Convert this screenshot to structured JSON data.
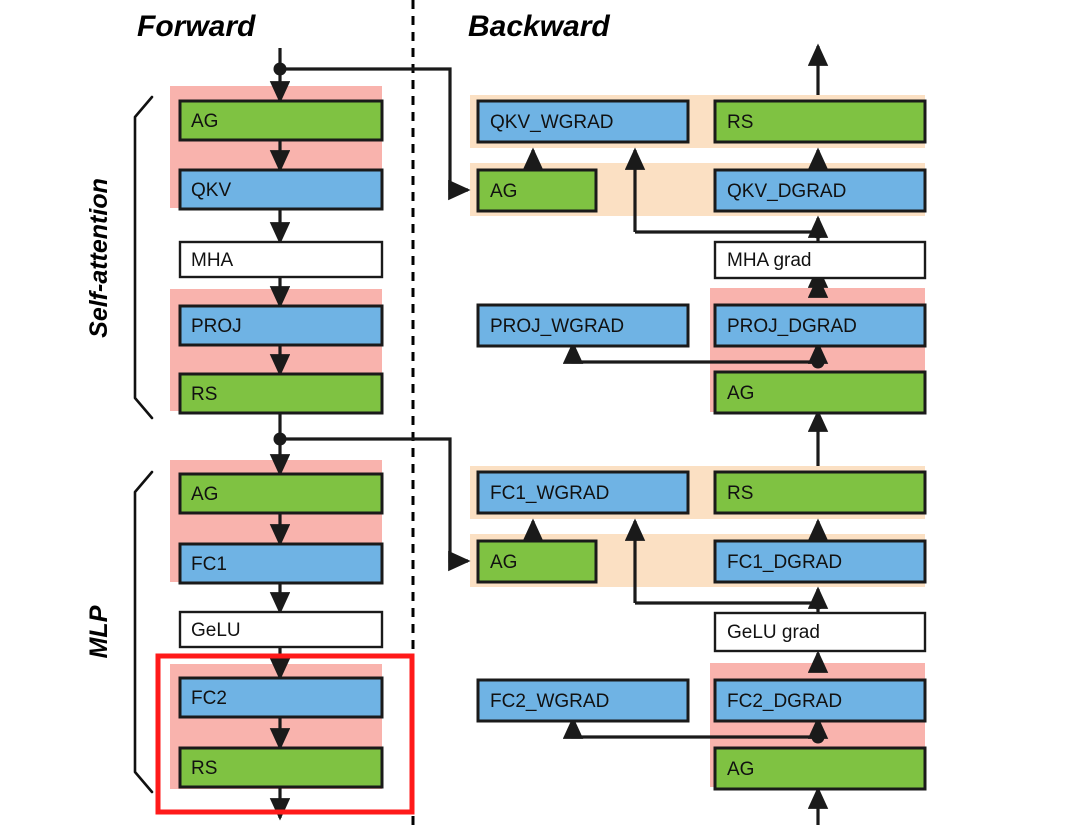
{
  "headers": {
    "forward": "Forward",
    "backward": "Backward"
  },
  "group_labels": {
    "self_attention": "Self-attention",
    "mlp": "MLP"
  },
  "colors": {
    "green": "#7FC242",
    "blue": "#6FB3E4",
    "white": "#FFFFFF",
    "pink_band": "#F9B3AD",
    "orange_band": "#FBE0C3",
    "stroke": "#1A1A1A",
    "highlight": "#FF1A1A",
    "divider": "#000000"
  },
  "forward": {
    "blocks": [
      {
        "id": "fwd-ag-1",
        "label": "AG",
        "fill": "green"
      },
      {
        "id": "fwd-qkv",
        "label": "QKV",
        "fill": "blue"
      },
      {
        "id": "fwd-mha",
        "label": "MHA",
        "fill": "white"
      },
      {
        "id": "fwd-proj",
        "label": "PROJ",
        "fill": "blue"
      },
      {
        "id": "fwd-rs-1",
        "label": "RS",
        "fill": "green"
      },
      {
        "id": "fwd-ag-2",
        "label": "AG",
        "fill": "green"
      },
      {
        "id": "fwd-fc1",
        "label": "FC1",
        "fill": "blue"
      },
      {
        "id": "fwd-gelu",
        "label": "GeLU",
        "fill": "white"
      },
      {
        "id": "fwd-fc2",
        "label": "FC2",
        "fill": "blue"
      },
      {
        "id": "fwd-rs-2",
        "label": "RS",
        "fill": "green"
      }
    ]
  },
  "backward": {
    "blocks": [
      {
        "id": "bwd-qkv-wgrad",
        "label": "QKV_WGRAD",
        "fill": "blue",
        "col": "left"
      },
      {
        "id": "bwd-rs-1",
        "label": "RS",
        "fill": "green",
        "col": "right"
      },
      {
        "id": "bwd-ag-1",
        "label": "AG",
        "fill": "green",
        "col": "left"
      },
      {
        "id": "bwd-qkv-dgrad",
        "label": "QKV_DGRAD",
        "fill": "blue",
        "col": "right"
      },
      {
        "id": "bwd-mha-grad",
        "label": "MHA grad",
        "fill": "white",
        "col": "right"
      },
      {
        "id": "bwd-proj-wgrad",
        "label": "PROJ_WGRAD",
        "fill": "blue",
        "col": "left"
      },
      {
        "id": "bwd-proj-dgrad",
        "label": "PROJ_DGRAD",
        "fill": "blue",
        "col": "right"
      },
      {
        "id": "bwd-ag-2",
        "label": "AG",
        "fill": "green",
        "col": "right"
      },
      {
        "id": "bwd-fc1-wgrad",
        "label": "FC1_WGRAD",
        "fill": "blue",
        "col": "left"
      },
      {
        "id": "bwd-rs-2",
        "label": "RS",
        "fill": "green",
        "col": "right"
      },
      {
        "id": "bwd-ag-3",
        "label": "AG",
        "fill": "green",
        "col": "left"
      },
      {
        "id": "bwd-fc1-dgrad",
        "label": "FC1_DGRAD",
        "fill": "blue",
        "col": "right"
      },
      {
        "id": "bwd-gelu-grad",
        "label": "GeLU grad",
        "fill": "white",
        "col": "right"
      },
      {
        "id": "bwd-fc2-wgrad",
        "label": "FC2_WGRAD",
        "fill": "blue",
        "col": "left"
      },
      {
        "id": "bwd-fc2-dgrad",
        "label": "FC2_DGRAD",
        "fill": "blue",
        "col": "right"
      },
      {
        "id": "bwd-ag-4",
        "label": "AG",
        "fill": "green",
        "col": "right"
      }
    ]
  }
}
